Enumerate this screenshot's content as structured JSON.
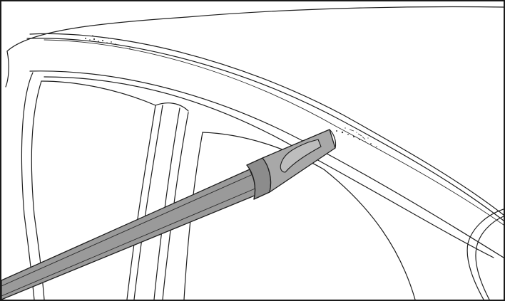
{
  "figure": {
    "description_visible_text": "",
    "colors": {
      "line": "#1e1e1e",
      "tube_fill": "#9a9a9a",
      "tube_band": "#8c8c8c",
      "nozzle_fill": "#a8a8a8",
      "background": "#ffffff"
    },
    "icons": [
      "car-roof-outline",
      "vacuum-tube",
      "crevice-nozzle",
      "debris-particles"
    ]
  }
}
